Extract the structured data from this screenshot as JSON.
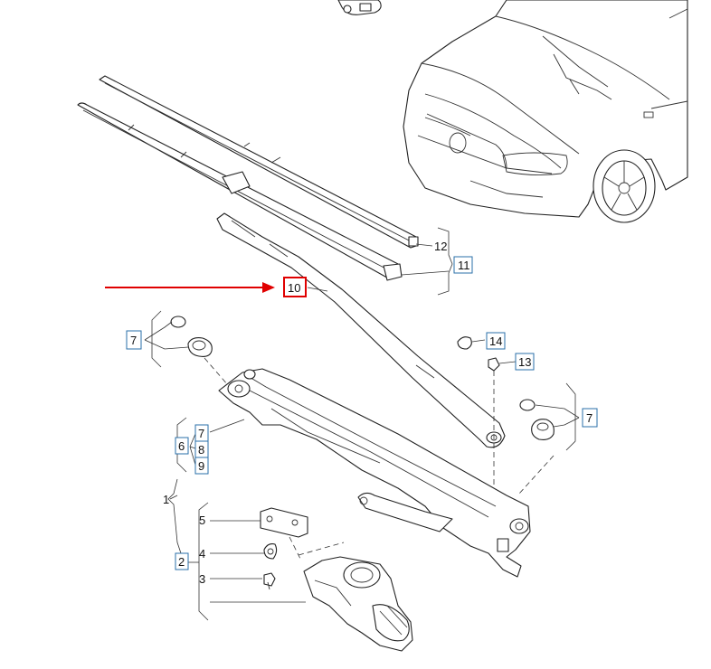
{
  "diagram": {
    "callouts": {
      "c12": "12",
      "c11": "11",
      "c10": "10",
      "c7_left": "7",
      "c14": "14",
      "c13": "13",
      "c7_right": "7",
      "c7_mid": "7",
      "c6": "6",
      "c8": "8",
      "c9": "9",
      "c1": "1",
      "c5": "5",
      "c4": "4",
      "c3": "3",
      "c2": "2"
    },
    "highlighted_callout": "10",
    "colors": {
      "pointer_arrow": "#e00000",
      "callout_box": "#2a6fa8",
      "highlight_box": "#e00000",
      "line_art": "#222222"
    }
  }
}
